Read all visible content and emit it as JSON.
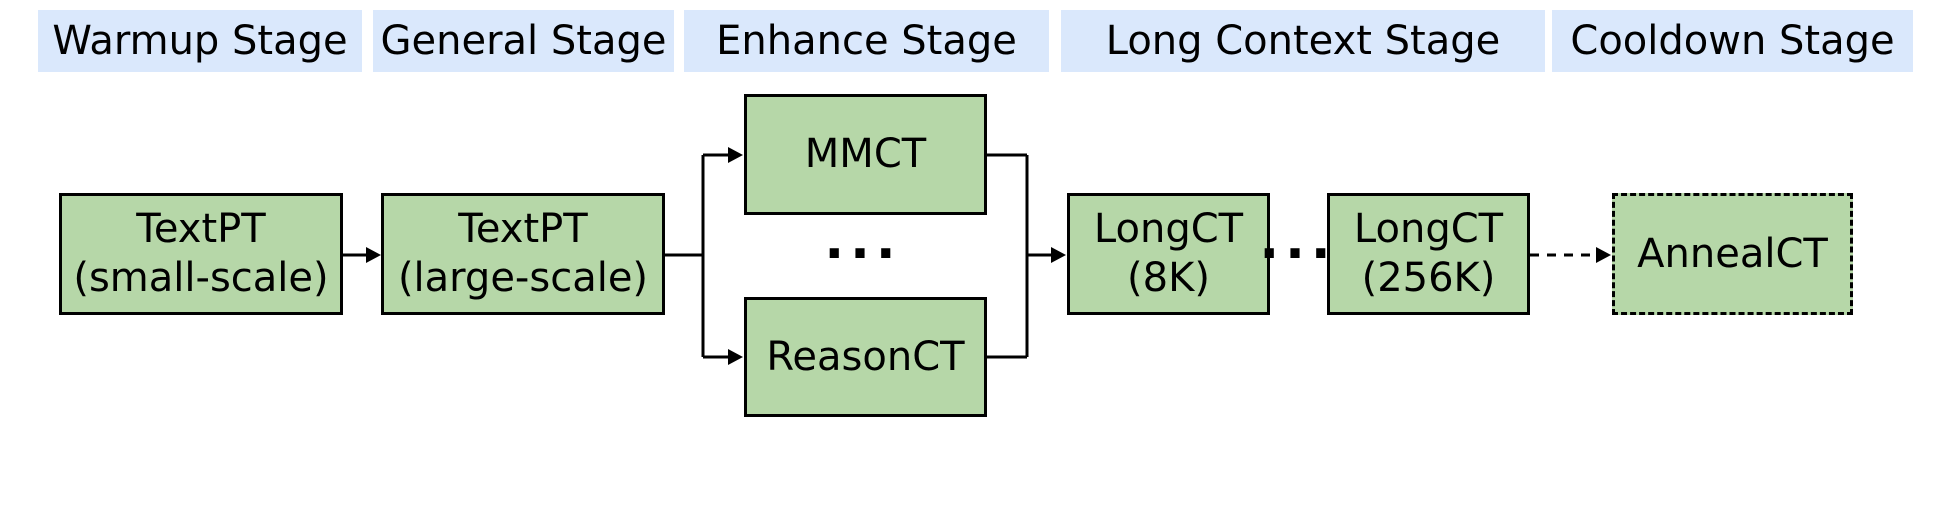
{
  "figure": {
    "description": "Training pipeline diagram with five stages"
  },
  "stage_headers": [
    {
      "label": "Warmup Stage"
    },
    {
      "label": "General Stage"
    },
    {
      "label": "Enhance Stage"
    },
    {
      "label": "Long Context Stage"
    },
    {
      "label": "Cooldown Stage"
    }
  ],
  "nodes": {
    "textpt_small": {
      "line1": "TextPT",
      "line2": "(small-scale)"
    },
    "textpt_large": {
      "line1": "TextPT",
      "line2": "(large-scale)"
    },
    "mmct": {
      "line1": "MMCT"
    },
    "reasonct": {
      "line1": "ReasonCT"
    },
    "longct_8k": {
      "line1": "LongCT",
      "line2": "(8K)"
    },
    "longct_256k": {
      "line1": "LongCT",
      "line2": "(256K)"
    },
    "annealct": {
      "line1": "AnnealCT"
    }
  },
  "ellipsis": {
    "enhance": "...",
    "long_context": "..."
  },
  "colors": {
    "node_fill": "#b6d7a8",
    "node_border": "#000000",
    "stage_header_fill": "#dae8fc",
    "arrow": "#000000",
    "background": "#ffffff"
  }
}
